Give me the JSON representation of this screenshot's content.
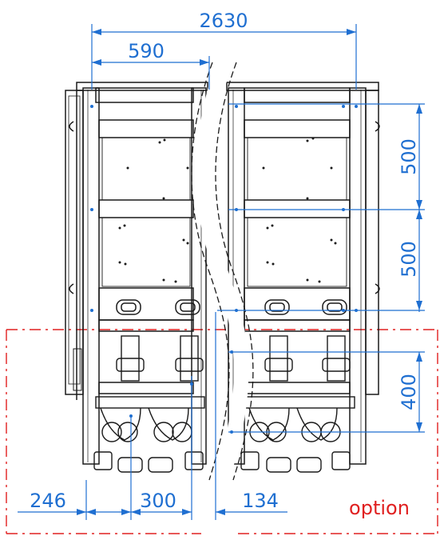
{
  "dimensions": {
    "overall_width": "2630",
    "module_width": "590",
    "upper_height": "500",
    "middle_height": "500",
    "lower_height": "400",
    "left_offset": "246",
    "center_spacing": "300",
    "right_offset": "134"
  },
  "option_label": "option",
  "colors": {
    "dimension": "#1f6fd1",
    "option_outline": "#e02020",
    "frame": "#1a1a1a"
  }
}
